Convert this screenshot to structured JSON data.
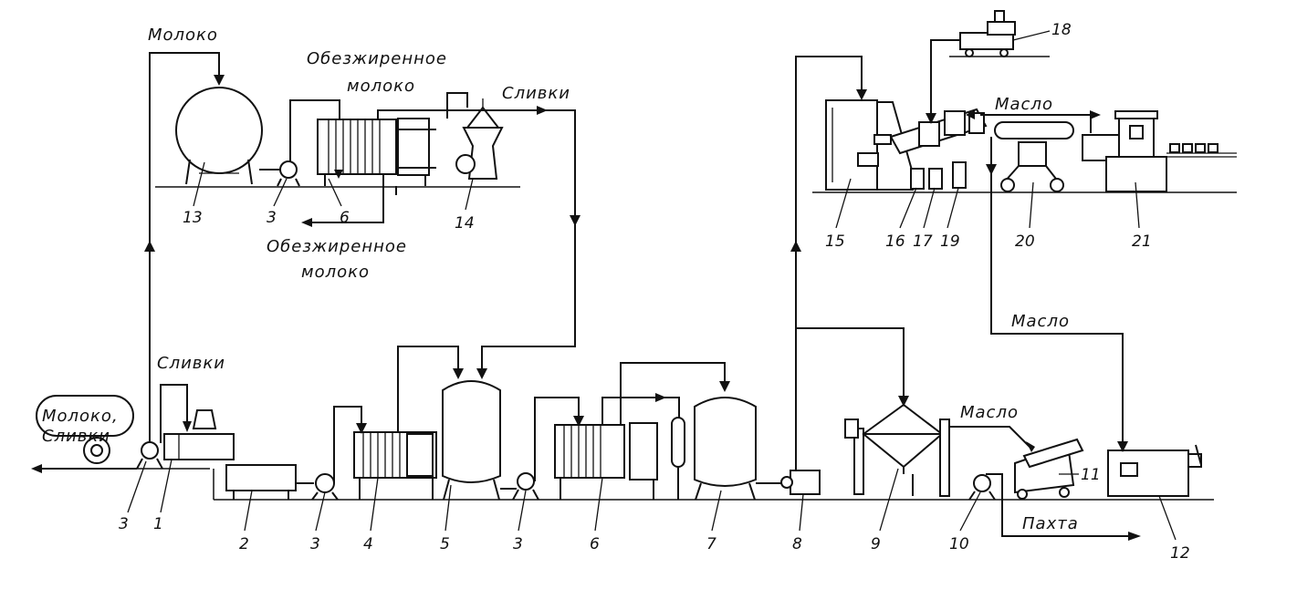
{
  "labels": {
    "milk_top": "Молоко",
    "skim_top_1": "Обезжиренное",
    "skim_top_2": "молоко",
    "cream_top": "Сливки",
    "skim_bottom_1": "Обезжиренное",
    "skim_bottom_2": "молоко",
    "cream_left": "Сливки",
    "milk_cream_1": "Молоко,",
    "milk_cream_2": "Сливки",
    "butter_top": "Масло",
    "butter_mid": "Масло",
    "butter_low": "Масло",
    "buttermilk": "Пахта"
  },
  "numbers": {
    "n3a": "3",
    "n1a": "1",
    "n2": "2",
    "n3b": "3",
    "n4": "4",
    "n5": "5",
    "n3c": "3",
    "n6a": "6",
    "n7": "7",
    "n8": "8",
    "n9": "9",
    "n10": "10",
    "n11": "11",
    "n12": "12",
    "n13": "13",
    "n3d": "3",
    "n6b": "6",
    "n14": "14",
    "n15": "15",
    "n16": "16",
    "n17": "17",
    "n19": "19",
    "n18": "18",
    "n20": "20",
    "n21": "21"
  }
}
